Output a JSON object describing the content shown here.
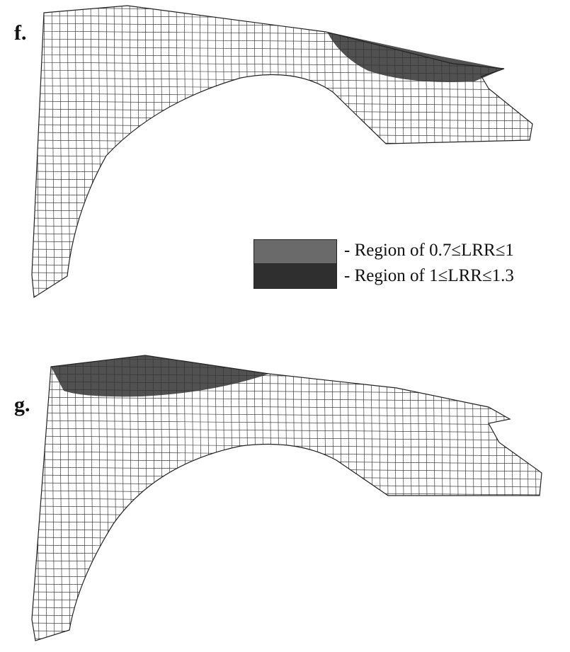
{
  "panels": [
    {
      "label": "f."
    },
    {
      "label": "g."
    }
  ],
  "legend": {
    "items": [
      {
        "text": "- Region of 0.7≤LRR≤1",
        "color": "#6a6a6a"
      },
      {
        "text": "- Region of 1≤LRR≤1.3",
        "color": "#2f2f2f"
      }
    ]
  },
  "colors": {
    "mesh_line": "#222222",
    "region_light": "#6a6a6a",
    "region_dark": "#2f2f2f"
  }
}
